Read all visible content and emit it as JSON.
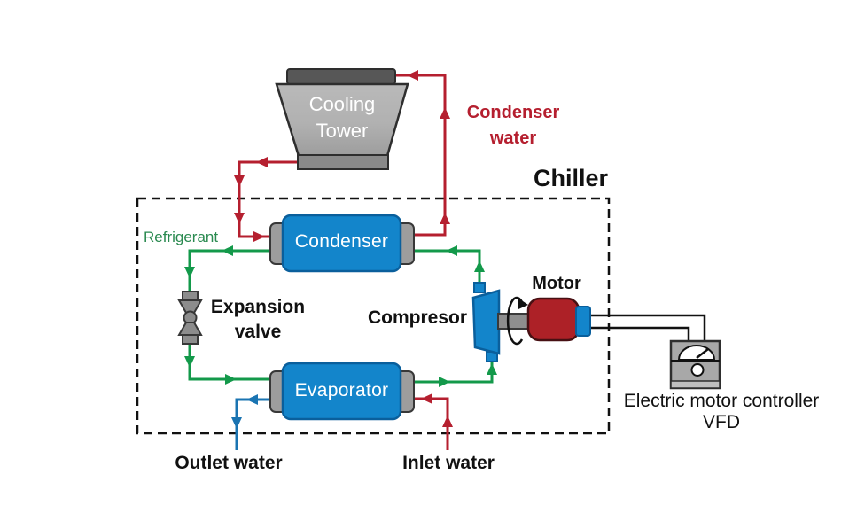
{
  "labels": {
    "cooling_tower": {
      "line1": "Cooling",
      "line2": "Tower"
    },
    "condenser": "Condenser",
    "evaporator": "Evaporator",
    "condenser_water": {
      "line1": "Condenser",
      "line2": "water"
    },
    "chiller": "Chiller",
    "refrigerant": "Refrigerant",
    "expansion_valve": {
      "line1": "Expansion",
      "line2": "valve"
    },
    "compressor": "Compresor",
    "motor": "Motor",
    "controller": {
      "line1": "Electric motor controller",
      "line2": "VFD"
    },
    "outlet_water": "Outlet water",
    "inlet_water": "Inlet water"
  },
  "colors": {
    "condenser_water": "#b51f2f",
    "refrigerant": "#13994a",
    "refrigerant_text": "#2a8a50",
    "chilled_water": "#1a74b2",
    "vessel_blue": "#1385cb",
    "vessel_blue_border": "#0a5f9c",
    "motor_red": "#ad2127",
    "equipment_gray": "#9d9d9d",
    "tower_gray": "#aeaeae",
    "wire_black": "#111111"
  }
}
